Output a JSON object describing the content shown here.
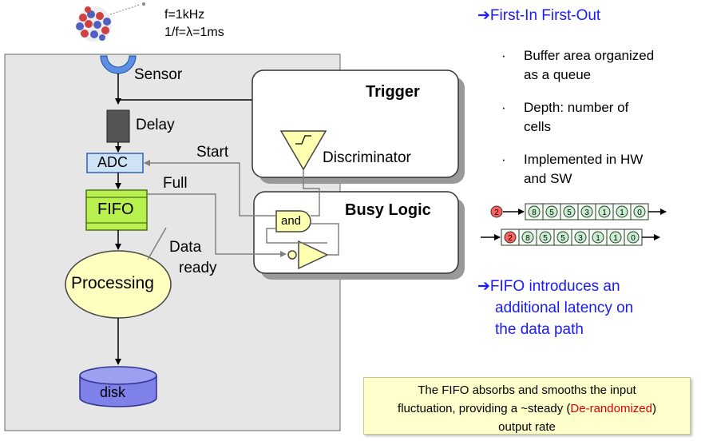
{
  "diagram": {
    "source": {
      "freq": "f=1kHz",
      "period": "1/f=λ=1ms"
    },
    "sensor": "Sensor",
    "delay": "Delay",
    "adc": "ADC",
    "fifo": "FIFO",
    "processing": "Processing",
    "disk": "disk",
    "trigger_title": "Trigger",
    "discriminator": "Discriminator",
    "busy_title": "Busy Logic",
    "and_gate": "and",
    "start": "Start",
    "full": "Full",
    "data_ready": [
      "Data",
      "ready"
    ]
  },
  "notes": {
    "heading": "First-In First-Out",
    "bullets": [
      [
        "Buffer area organized",
        "as a queue"
      ],
      [
        "Depth: number of",
        "cells"
      ],
      [
        "Implemented in HW",
        "and SW"
      ]
    ],
    "queue1": {
      "incoming": "2",
      "cells": [
        "8",
        "5",
        "5",
        "3",
        "1",
        "1",
        "0"
      ]
    },
    "queue2": {
      "cells": [
        "2",
        "8",
        "5",
        "5",
        "3",
        "1",
        "1",
        "0"
      ]
    },
    "latency": [
      "FIFO introduces an",
      "additional latency on",
      "the data path"
    ],
    "box": {
      "line1": "The FIFO absorbs and smooths the input",
      "line2_pre": "fluctuation, providing a ~steady (",
      "line2_red": "De-randomized",
      "line2_post": ")",
      "line3": "output rate"
    }
  },
  "colors": {
    "panel": "#e6e6e6",
    "adc_fill": "#cfe3f7",
    "fifo_fill": "#b8f050",
    "processing_fill": "#ffffc0",
    "disk_fill": "#7e82e8",
    "and_fill": "#ffffb0",
    "trigger_fill": "#ffffb0",
    "cell_fill": "#c8f0d0",
    "incoming_fill": "#ff6060",
    "accent_blue": "#1a1aff",
    "note_bg": "#ffffcc"
  }
}
